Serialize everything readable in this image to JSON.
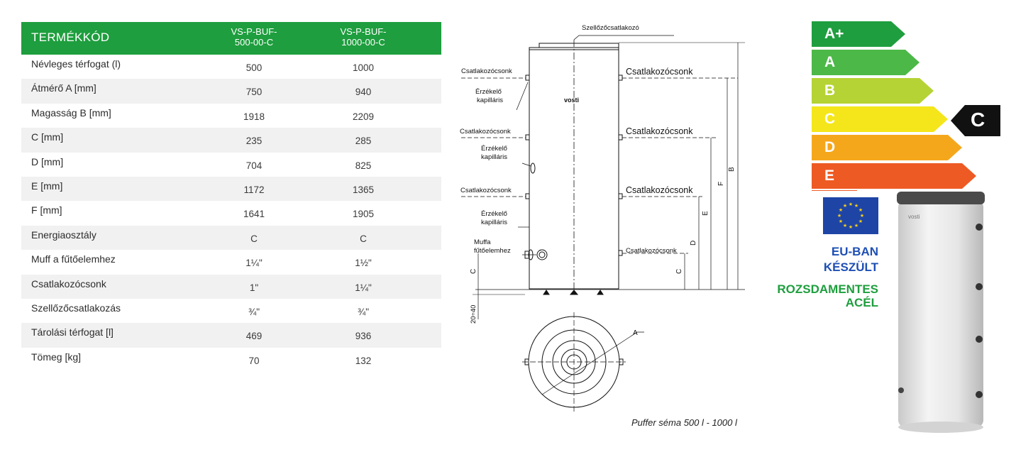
{
  "table": {
    "header": {
      "label": "TERMÉKKÓD",
      "col1": "VS-P-BUF-\n500-00-C",
      "col2": "VS-P-BUF-\n1000-00-C"
    },
    "rows": [
      {
        "label": "Névleges térfogat (l)",
        "v1": "500",
        "v2": "1000"
      },
      {
        "label": "Átmérő  A [mm]",
        "v1": "750",
        "v2": "940"
      },
      {
        "label": "Magasság B [mm]",
        "v1": "1918",
        "v2": "2209"
      },
      {
        "label": "C [mm]",
        "v1": "235",
        "v2": "285"
      },
      {
        "label": "D [mm]",
        "v1": "704",
        "v2": "825"
      },
      {
        "label": "E [mm]",
        "v1": "1172",
        "v2": "1365"
      },
      {
        "label": "F [mm]",
        "v1": "1641",
        "v2": "1905"
      },
      {
        "label": "Energiaosztály",
        "v1": "C",
        "v2": "C"
      },
      {
        "label": "Muff a fűtőelemhez",
        "v1": "1¼\"",
        "v2": "1½\""
      },
      {
        "label": "Csatlakozócsonk",
        "v1": "1\"",
        "v2": "1¼\""
      },
      {
        "label": "Szellőzőcsatlakozás",
        "v1": "¾\"",
        "v2": "¾\""
      },
      {
        "label": "Tárolási térfogat [l]",
        "v1": "469",
        "v2": "936"
      },
      {
        "label": "Tömeg [kg]",
        "v1": "70",
        "v2": "132"
      }
    ]
  },
  "drawing": {
    "vent_label": "Szellőzőcsatlakozó",
    "connector": "Csatlakozócsonk",
    "sensor_line1": "Érzékelő",
    "sensor_line2": "kapilláris",
    "muff_line1": "Muffa",
    "muff_line2": "fűtőelemhez",
    "brand": "vosti",
    "dim_a": "A",
    "dim_b": "B",
    "dim_c": "C",
    "dim_d": "D",
    "dim_e": "E",
    "dim_f": "F",
    "feet": "20÷40",
    "caption": "Puffer séma 500 l - 1000 l"
  },
  "energy_label": {
    "classes": [
      {
        "label": "A+",
        "color": "#1e9e3e"
      },
      {
        "label": "A",
        "color": "#4cb848"
      },
      {
        "label": "B",
        "color": "#b5d334"
      },
      {
        "label": "C",
        "color": "#f4e61a"
      },
      {
        "label": "D",
        "color": "#f5a71c"
      },
      {
        "label": "E",
        "color": "#ee5a24"
      }
    ],
    "current": "C",
    "made_in_eu": "EU-BAN\nKÉSZÜLT",
    "stainless": "ROZSDAMENTES\nACÉL"
  },
  "product": {
    "brand": "vosti"
  }
}
